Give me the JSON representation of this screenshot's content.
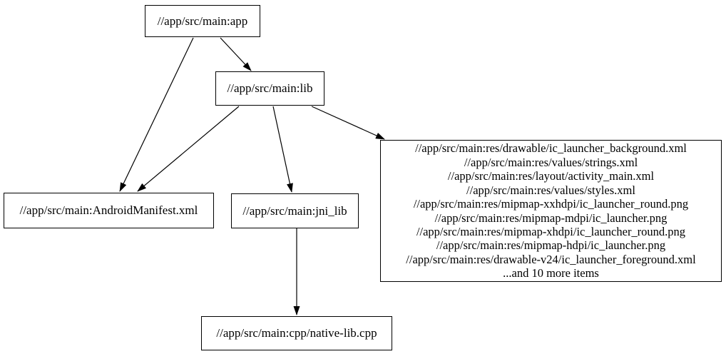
{
  "diagram": {
    "type": "dependency-graph",
    "colors": {
      "background": "#ffffff",
      "node_border": "#000000",
      "node_fill": "#ffffff",
      "edge": "#000000",
      "text": "#000000"
    },
    "nodes": {
      "app": {
        "label": "//app/src/main:app"
      },
      "lib": {
        "label": "//app/src/main:lib"
      },
      "manifest": {
        "label": "//app/src/main:AndroidManifest.xml"
      },
      "jni_lib": {
        "label": "//app/src/main:jni_lib"
      },
      "res_group": {
        "lines": [
          "//app/src/main:res/drawable/ic_launcher_background.xml",
          "//app/src/main:res/values/strings.xml",
          "//app/src/main:res/layout/activity_main.xml",
          "//app/src/main:res/values/styles.xml",
          "//app/src/main:res/mipmap-xxhdpi/ic_launcher_round.png",
          "//app/src/main:res/mipmap-mdpi/ic_launcher.png",
          "//app/src/main:res/mipmap-xhdpi/ic_launcher_round.png",
          "//app/src/main:res/mipmap-hdpi/ic_launcher.png",
          "//app/src/main:res/drawable-v24/ic_launcher_foreground.xml",
          "...and 10 more items"
        ]
      },
      "native_cpp": {
        "label": "//app/src/main:cpp/native-lib.cpp"
      }
    },
    "edges": [
      {
        "from": "app",
        "to": "manifest"
      },
      {
        "from": "app",
        "to": "lib"
      },
      {
        "from": "lib",
        "to": "manifest"
      },
      {
        "from": "lib",
        "to": "jni_lib"
      },
      {
        "from": "lib",
        "to": "res_group"
      },
      {
        "from": "jni_lib",
        "to": "native_cpp"
      }
    ]
  }
}
